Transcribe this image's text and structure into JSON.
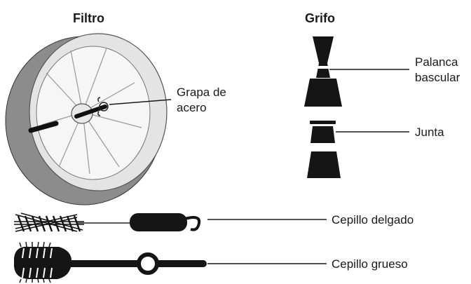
{
  "sections": {
    "filter_title": "Filtro",
    "tap_title": "Grifo"
  },
  "labels": {
    "steel_clip_line1": "Grapa de",
    "steel_clip_line2": "acero",
    "rocker_lever_line1": "Palanca",
    "rocker_lever_line2": "bascular",
    "gasket": "Junta",
    "thin_brush": "Cepillo delgado",
    "thick_brush": "Cepillo grueso"
  },
  "icons": {
    "filter": "filter-disc-icon",
    "tap": "tap-assembly-icon",
    "thin_brush": "thin-brush-icon",
    "thick_brush": "thick-brush-icon"
  },
  "colors": {
    "ink": "#1a1a1a",
    "disc_gray": "#8a8a8a",
    "disc_face": "#e6e6e6",
    "disc_inner": "#f4f4f4"
  }
}
